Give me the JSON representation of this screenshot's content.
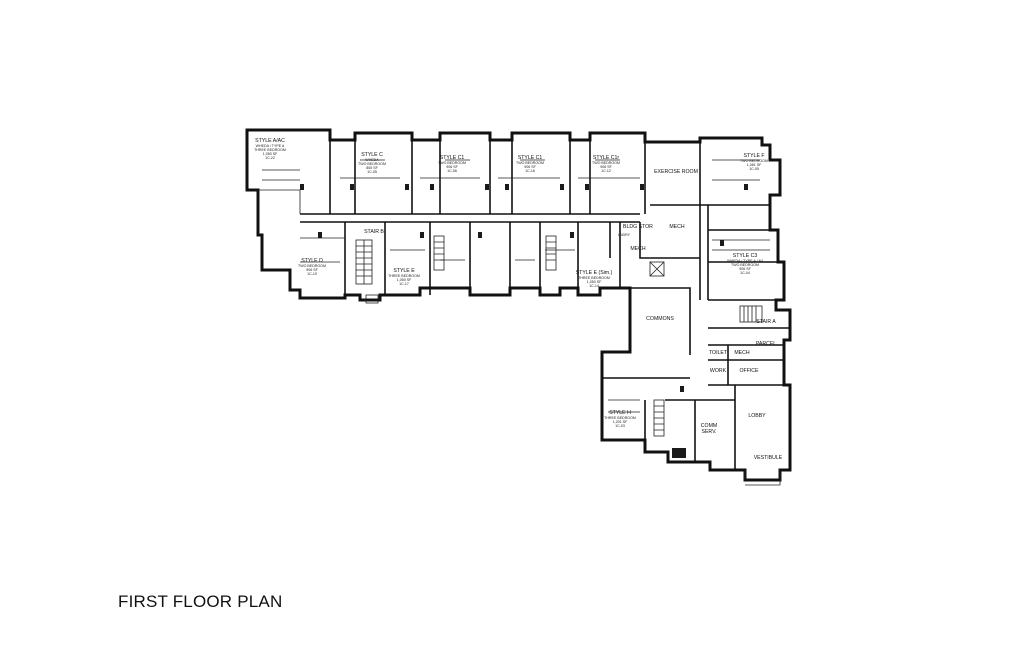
{
  "title": "FIRST FLOOR PLAN",
  "units": {
    "style_aac": {
      "name": "STYLE A/AC",
      "sub": "WHEDA / TYPE A",
      "type": "THREE BEDROOM",
      "area": "1,050 SF",
      "note": "1C-22"
    },
    "style_c": {
      "name": "STYLE C",
      "sub": "WHEDA",
      "type": "TWO BEDROOM",
      "area": "855 SF",
      "note": "1C-05"
    },
    "style_c1_a": {
      "name": "STYLE C1",
      "type": "TWO BEDROOM",
      "area": "906 SF",
      "note": "1C-06"
    },
    "style_c1_b": {
      "name": "STYLE C1",
      "type": "TWO BEDROOM",
      "area": "906 SF",
      "note": "1C-16"
    },
    "style_c1r": {
      "name": "STYLE C1r",
      "type": "TWO BEDROOM",
      "area": "906 SF",
      "note": "1C-12"
    },
    "style_f": {
      "name": "STYLE F",
      "type": "TWO BEDROOM",
      "area": "1,081 SF",
      "note": "1C-05"
    },
    "style_c3": {
      "name": "STYLE C3",
      "sub": "WHEDA / TYPE A / AV",
      "type": "TWO BEDROOM",
      "area": "906 SF",
      "note": "1C-04"
    },
    "style_d": {
      "name": "STYLE D",
      "type": "TWO BEDROOM",
      "area": "906 SF",
      "note": "1C-19"
    },
    "style_e": {
      "name": "STYLE E",
      "type": "THREE BEDROOM",
      "area": "1,050 SF",
      "note": "1C-17"
    },
    "style_e_sim": {
      "name": "STYLE E (Sim.)",
      "type": "THREE BEDROOM",
      "area": "1,050 SF",
      "note": "1C-14"
    },
    "style_h": {
      "name": "STYLE H",
      "type": "THREE BEDROOM",
      "area": "1,201 SF",
      "note": "1C-03"
    }
  },
  "rooms": {
    "exercise": "EXERCISE ROOM",
    "stair_b": "STAIR B",
    "bldg_stor": "BLDG STOR",
    "laundry": "LNDRY",
    "mech_1": "MECH",
    "mech_2": "MECH",
    "mech_3": "MECH",
    "commons": "COMMONS",
    "stair_a": "STAIR A",
    "parcel": "PARCEL",
    "toilet": "TOILET",
    "work": "WORK",
    "office": "OFFICE",
    "lobby": "LOBBY",
    "comm_serv_1": "COMM",
    "comm_serv_2": "SERV.",
    "vestibule": "VESTIBULE"
  }
}
